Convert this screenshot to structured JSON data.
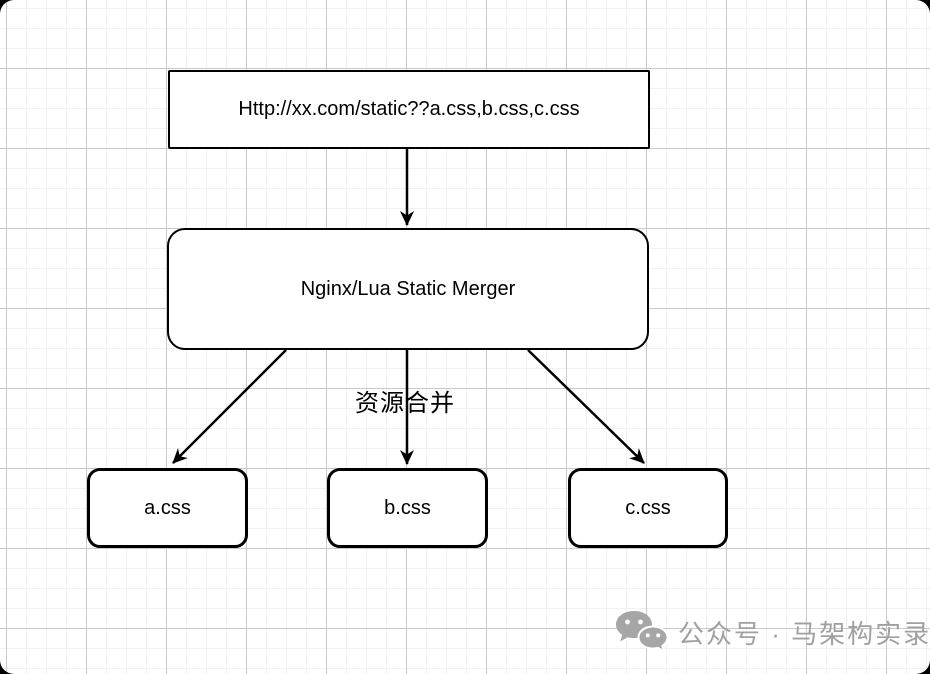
{
  "colors": {
    "stroke": "#000000",
    "grid-minor": "#f1f1f1",
    "grid-major": "#c9c9c9",
    "watermark": "#a0a0a0"
  },
  "diagram": {
    "url_box": {
      "label": "Http://xx.com/static??a.css,b.css,c.css"
    },
    "merger_box": {
      "label": "Nginx/Lua Static Merger"
    },
    "edge_label": "资源合并",
    "css_boxes": [
      {
        "label": "a.css"
      },
      {
        "label": "b.css"
      },
      {
        "label": "c.css"
      }
    ]
  },
  "watermark": {
    "icon": "wechat-icon",
    "text": "公众号 · 马架构实录"
  }
}
